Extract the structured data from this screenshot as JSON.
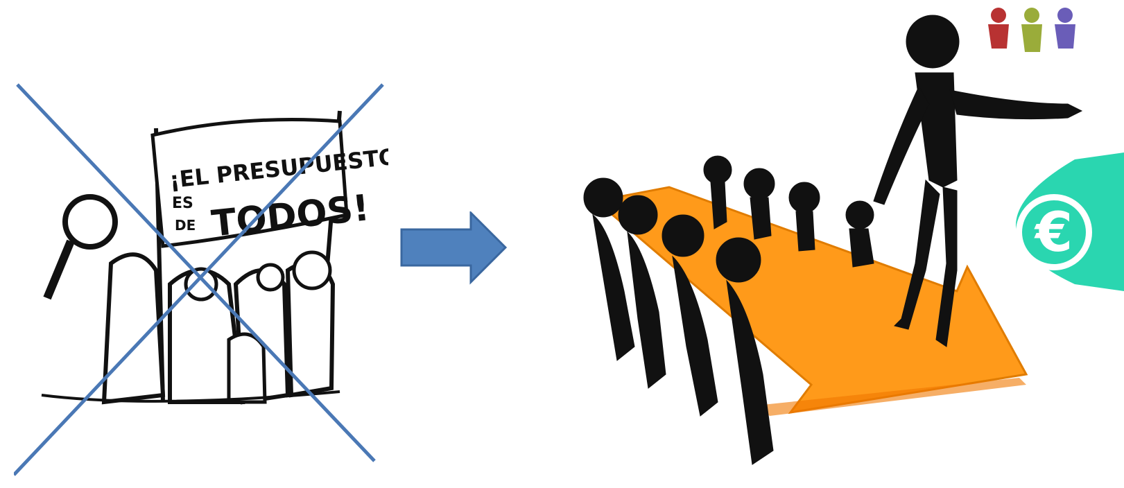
{
  "cartoon": {
    "banner_line1": "¡EL PRESUPUESTO",
    "banner_line2": "ES",
    "banner_line3": "DE",
    "banner_line4": "TODOS!",
    "crossed_out": true,
    "cross_color": "#4a78b5"
  },
  "transition_arrow": {
    "color": "#4f81bd",
    "icon": "right-arrow-icon"
  },
  "leader_scene": {
    "arrow_color": "#ff9a1a",
    "figure_color": "#111111",
    "people_icon_colors": [
      "#b83232",
      "#9aac3a",
      "#6a5db8"
    ],
    "euro_symbol": "€",
    "euro_badge_color": "#2ad6b0"
  }
}
